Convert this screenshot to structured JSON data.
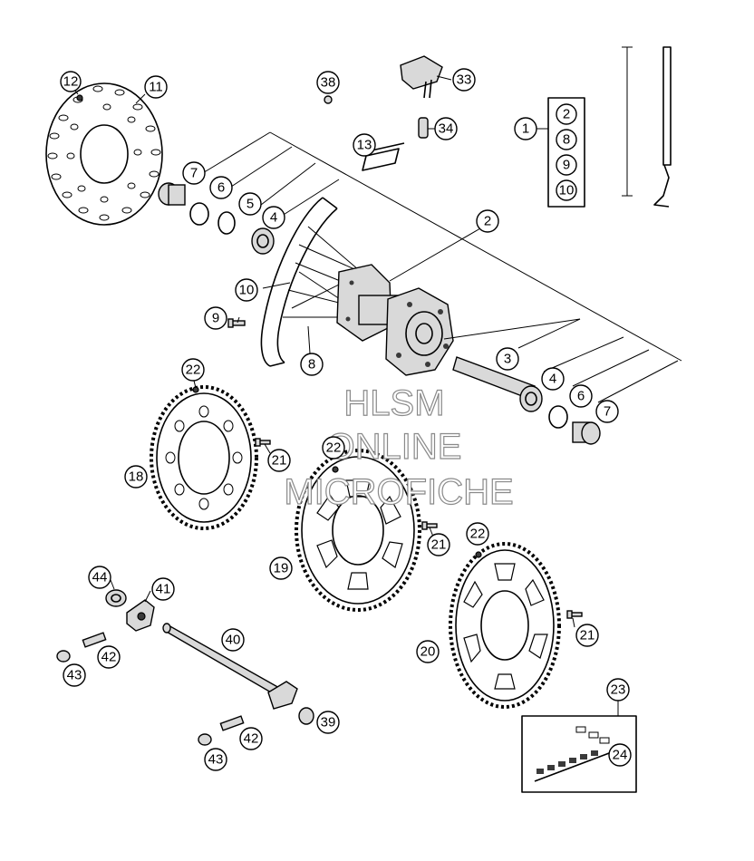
{
  "watermark": {
    "line1": "HLSM",
    "line2": "ONLINE",
    "line3": "MICROFICHE"
  },
  "callouts": [
    {
      "id": "c12",
      "label": "12"
    },
    {
      "id": "c11",
      "label": "11"
    },
    {
      "id": "c38",
      "label": "38"
    },
    {
      "id": "c33",
      "label": "33"
    },
    {
      "id": "c34",
      "label": "34"
    },
    {
      "id": "c13",
      "label": "13"
    },
    {
      "id": "c1",
      "label": "1"
    },
    {
      "id": "k2",
      "label": "2"
    },
    {
      "id": "k8",
      "label": "8"
    },
    {
      "id": "k9",
      "label": "9"
    },
    {
      "id": "k10",
      "label": "10"
    },
    {
      "id": "l7",
      "label": "7"
    },
    {
      "id": "l6",
      "label": "6"
    },
    {
      "id": "l5",
      "label": "5"
    },
    {
      "id": "l4",
      "label": "4"
    },
    {
      "id": "c2",
      "label": "2"
    },
    {
      "id": "c10",
      "label": "10"
    },
    {
      "id": "c9",
      "label": "9"
    },
    {
      "id": "c8",
      "label": "8"
    },
    {
      "id": "r3",
      "label": "3"
    },
    {
      "id": "r4",
      "label": "4"
    },
    {
      "id": "r6",
      "label": "6"
    },
    {
      "id": "r7",
      "label": "7"
    },
    {
      "id": "a22",
      "label": "22"
    },
    {
      "id": "a21",
      "label": "21"
    },
    {
      "id": "c18",
      "label": "18"
    },
    {
      "id": "b22",
      "label": "22"
    },
    {
      "id": "b21",
      "label": "21"
    },
    {
      "id": "c19",
      "label": "19"
    },
    {
      "id": "d22",
      "label": "22"
    },
    {
      "id": "d21",
      "label": "21"
    },
    {
      "id": "c20",
      "label": "20"
    },
    {
      "id": "c44",
      "label": "44"
    },
    {
      "id": "c41",
      "label": "41"
    },
    {
      "id": "c40",
      "label": "40"
    },
    {
      "id": "u42",
      "label": "42"
    },
    {
      "id": "u43",
      "label": "43"
    },
    {
      "id": "c39",
      "label": "39"
    },
    {
      "id": "w42",
      "label": "42"
    },
    {
      "id": "w43",
      "label": "43"
    },
    {
      "id": "c23",
      "label": "23"
    },
    {
      "id": "c24",
      "label": "24"
    }
  ]
}
